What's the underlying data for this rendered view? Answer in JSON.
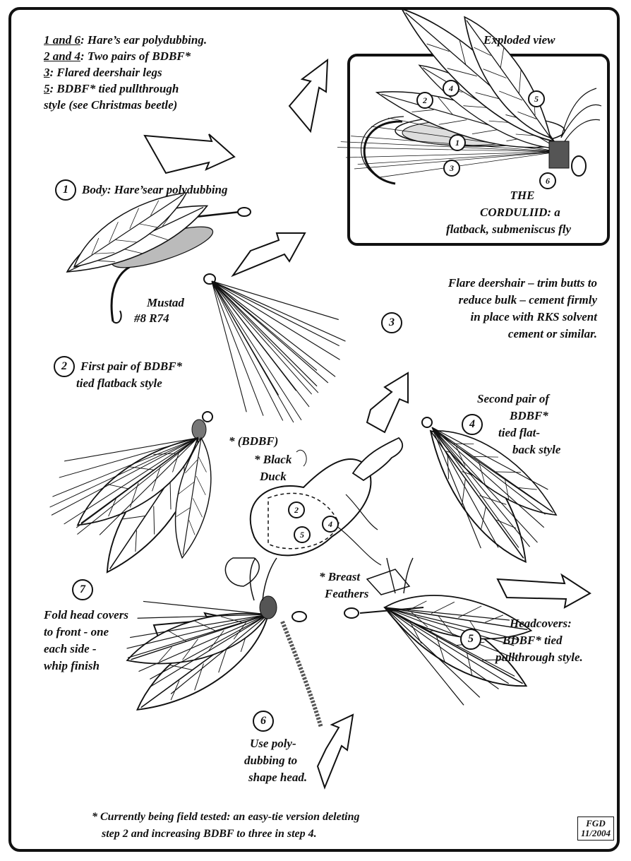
{
  "legend": {
    "line1_key": "1 and 6",
    "line1_text": ": Hare’s ear polydubbing.",
    "line2_key": "2 and 4",
    "line2_text": ": Two pairs of BDBF*",
    "line3_key": "3",
    "line3_text": ": Flared deershair legs",
    "line4_key": "5",
    "line4_text": ": BDBF* tied pullthrough",
    "line5_text": "style (see Christmas beetle)"
  },
  "exploded": {
    "title": "Exploded view",
    "name_line1": "THE",
    "name_line2": "CORDULIID: a",
    "name_line3": "flatback, submeniscus fly",
    "labels": [
      "1",
      "2",
      "3",
      "4",
      "5",
      "6"
    ]
  },
  "step1": {
    "num": "1",
    "text": "Body: Hare’sear polydubbing"
  },
  "hook": {
    "line1": "Mustad",
    "line2": "#8  R74"
  },
  "step2": {
    "num": "2",
    "line1": "First pair of BDBF*",
    "line2": "tied flatback style"
  },
  "step3": {
    "num": "3",
    "line1": "Flare deershair – trim butts to",
    "line2": "reduce bulk – cement firmly",
    "line3": "in place with RKS solvent",
    "line4": "cement or similar."
  },
  "step4": {
    "num": "4",
    "line1": "Second pair of",
    "line2": "BDBF*",
    "line3": "tied flat-",
    "line4": "back style"
  },
  "duck": {
    "line1": "* (BDBF)",
    "line2": "* Black",
    "line3": "Duck",
    "breast1": "* Breast",
    "breast2": "Feathers",
    "labels": [
      "2",
      "4",
      "5"
    ]
  },
  "step5": {
    "num": "5",
    "line1": "Headcovers:",
    "line2": "BDBF* tied",
    "line3": "pullthrough style."
  },
  "step6": {
    "num": "6",
    "line1": "Use poly-",
    "line2": "dubbing to",
    "line3": "shape head."
  },
  "step7": {
    "num": "7",
    "line1": "Fold head covers",
    "line2": "to front - one",
    "line3": "each side -",
    "line4": "whip finish"
  },
  "footnote": {
    "line1": "* Currently being field tested:  an easy-tie version deleting",
    "line2": "step 2 and increasing BDBF to three in step 4."
  },
  "signature": {
    "line1": "FGD",
    "line2": "11/2004"
  }
}
